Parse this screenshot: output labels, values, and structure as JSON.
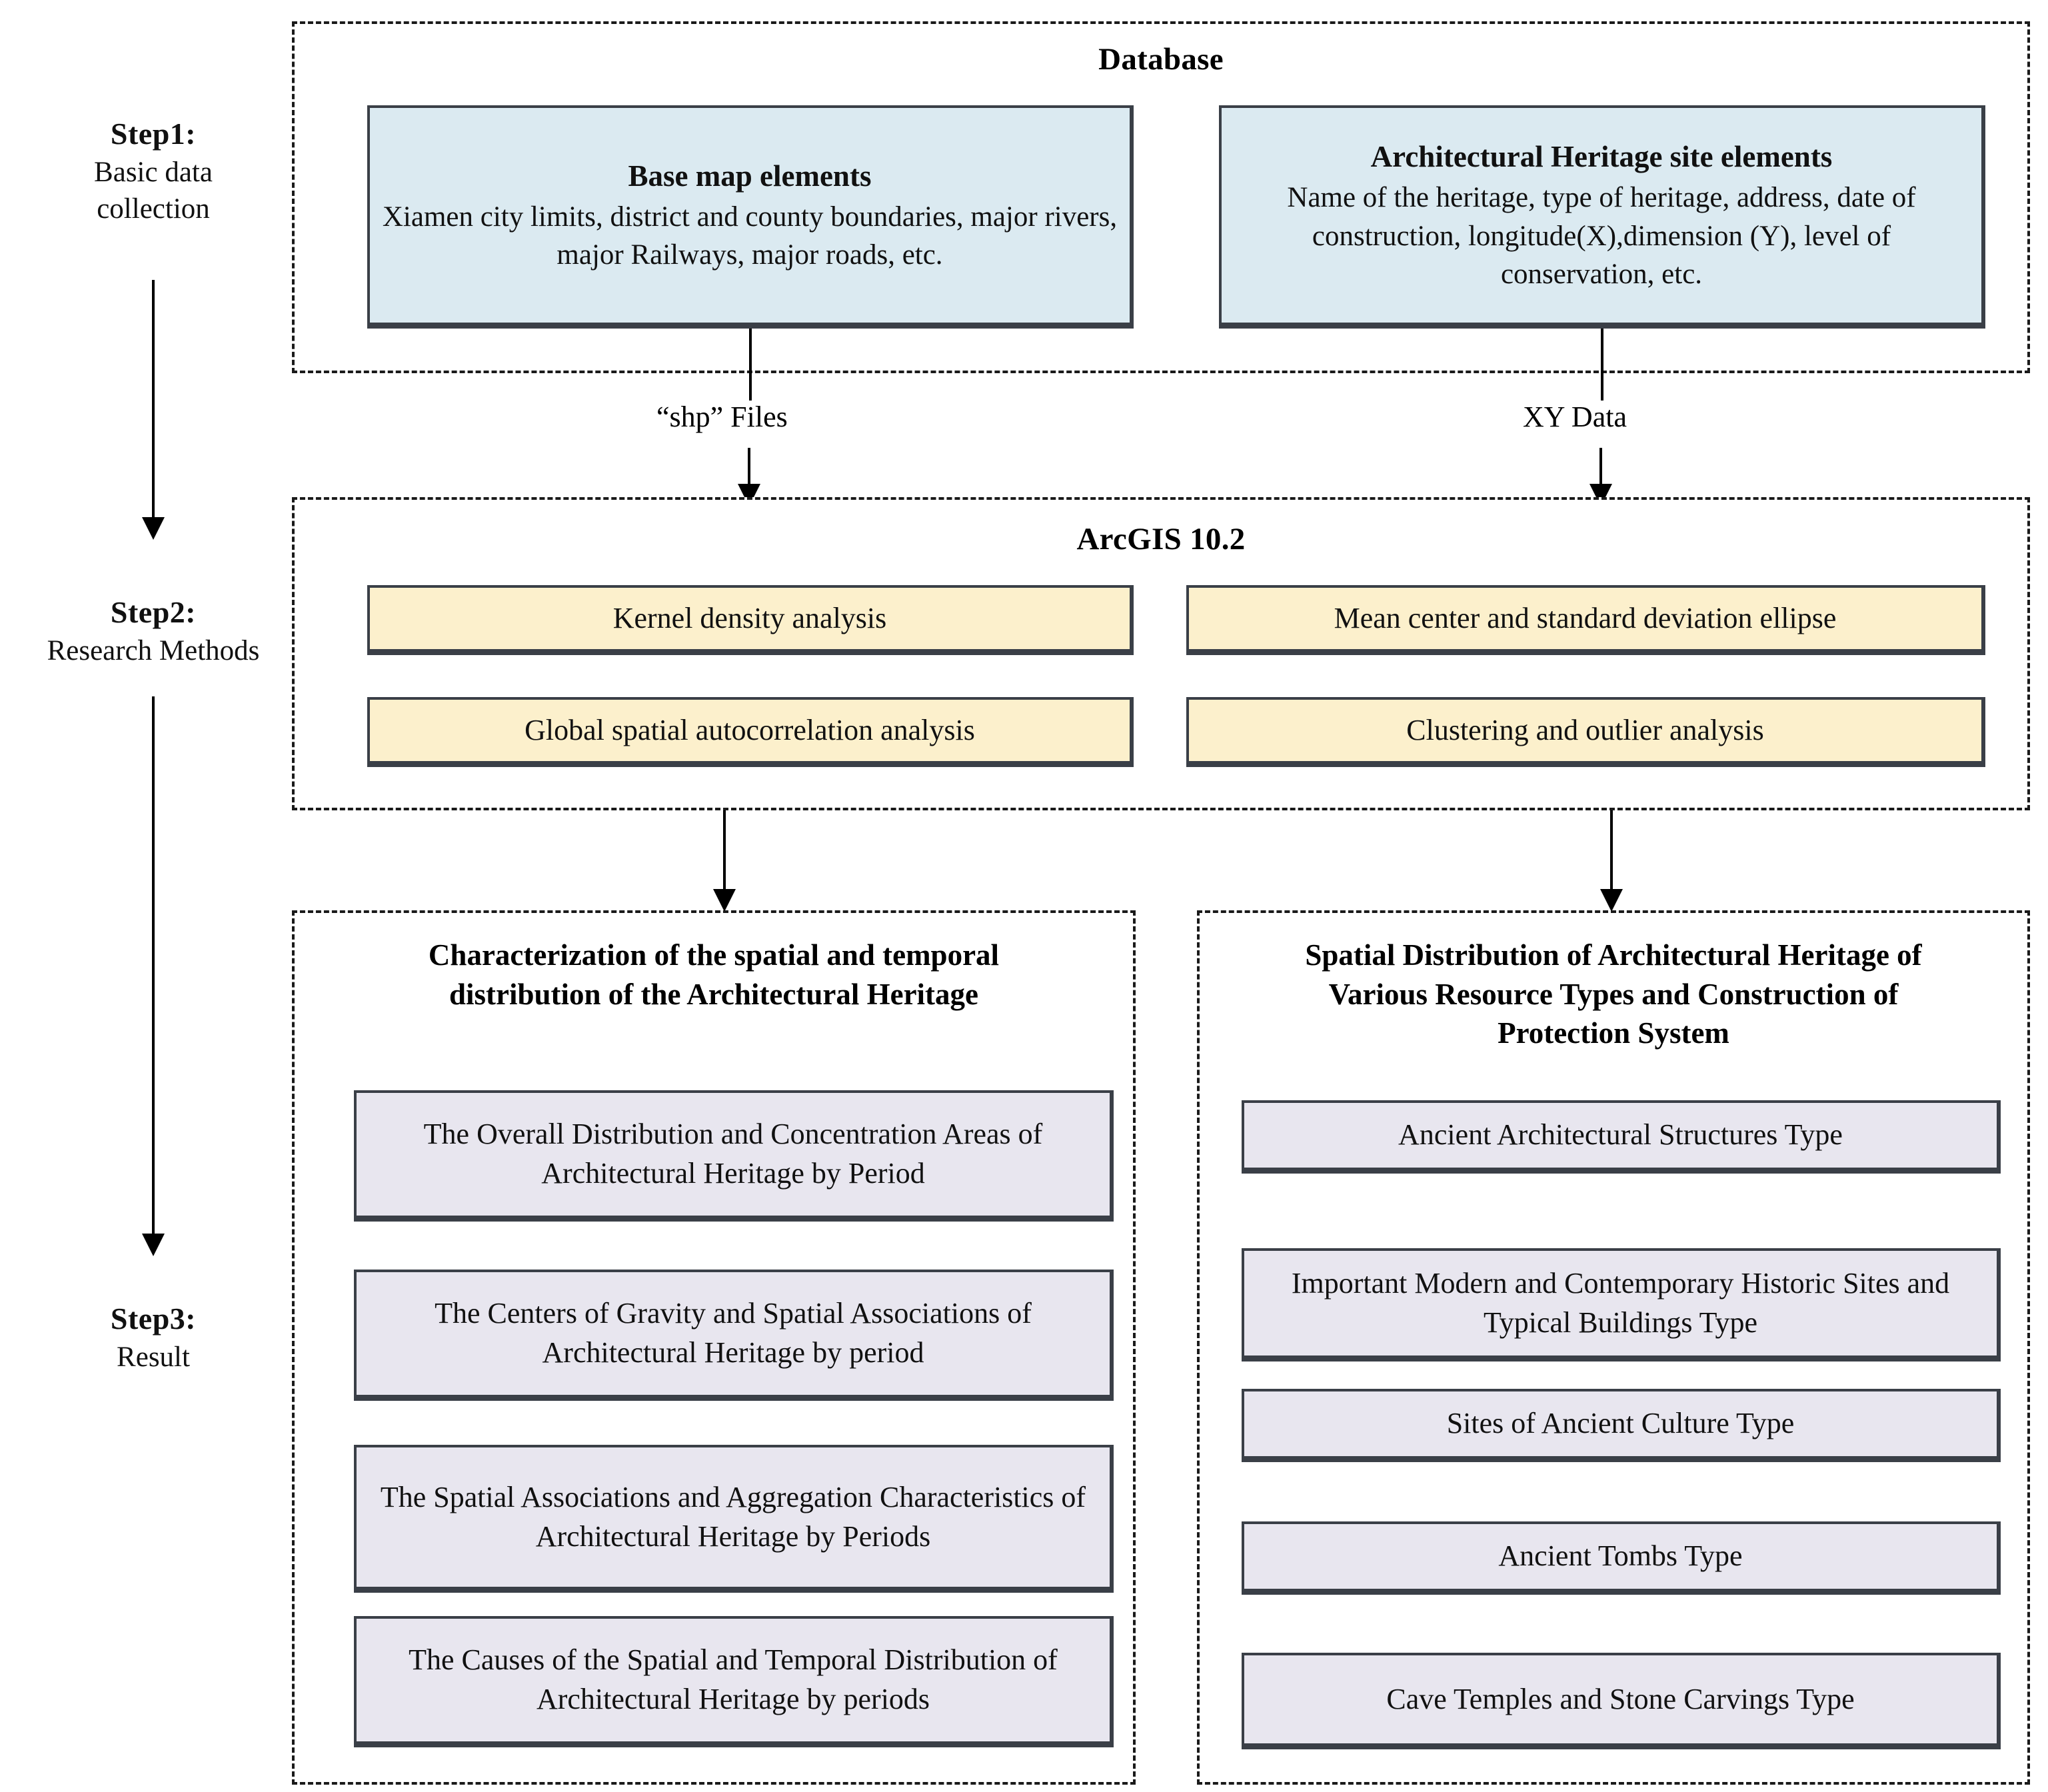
{
  "steps": [
    {
      "title": "Step1:",
      "subtitle_line1": "Basic data",
      "subtitle_line2": "collection"
    },
    {
      "title": "Step2:",
      "subtitle_line1": "Research Methods",
      "subtitle_line2": ""
    },
    {
      "title": "Step3:",
      "subtitle_line1": "Result",
      "subtitle_line2": ""
    }
  ],
  "database": {
    "title": "Database",
    "boxes": [
      {
        "heading": "Base map elements",
        "body": "Xiamen city limits, district and county boundaries, major rivers, major Railways, major roads, etc."
      },
      {
        "heading": "Architectural Heritage site elements",
        "body": "Name of the heritage, type of heritage, address, date of construction, longitude(X),dimension (Y), level of conservation, etc."
      }
    ]
  },
  "edges": {
    "shp_files": "“shp” Files",
    "xy_data": "XY Data"
  },
  "arcgis": {
    "title": "ArcGIS 10.2",
    "methods": [
      "Kernel density analysis",
      "Mean center and standard deviation ellipse",
      "Global spatial autocorrelation analysis",
      "Clustering and outlier analysis"
    ]
  },
  "results": {
    "left_panel": {
      "heading_line1": "Characterization of the spatial and temporal",
      "heading_line2": "distribution of the Architectural Heritage",
      "items": [
        "The Overall Distribution and Concentration Areas of Architectural Heritage by Period",
        "The Centers of Gravity and Spatial Associations of Architectural Heritage by period",
        "The Spatial Associations and Aggregation Characteristics of Architectural Heritage by Periods",
        "The Causes of the Spatial and Temporal Distribution of Architectural Heritage by periods"
      ]
    },
    "right_panel": {
      "heading_line1": "Spatial Distribution of Architectural Heritage of",
      "heading_line2": "Various Resource Types and Construction of",
      "heading_line3": "Protection System",
      "items": [
        "Ancient Architectural Structures Type",
        "Important Modern and Contemporary Historic Sites and Typical Buildings Type",
        "Sites of Ancient Culture  Type",
        "Ancient Tombs  Type",
        "Cave Temples and Stone Carvings Type"
      ]
    }
  },
  "colors": {
    "database_box_fill": "#dbeaf1",
    "method_box_fill": "#fcf0cc",
    "result_box_fill": "#e8e6ef",
    "box_border": "#3a3f47",
    "dashed_border": "#1a1a1a",
    "arrow": "#000000"
  }
}
